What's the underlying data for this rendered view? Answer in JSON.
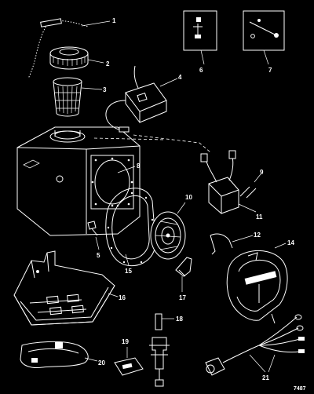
{
  "figure_number": "7487",
  "callouts": [
    "1",
    "2",
    "3",
    "4",
    "6",
    "7",
    "8",
    "9",
    "10",
    "11",
    "12",
    "14",
    "15",
    "16",
    "17",
    "18",
    "19",
    "20",
    "21"
  ],
  "callout_5": "5",
  "colors": {
    "background": "#000000",
    "linework": "#ffffff"
  }
}
